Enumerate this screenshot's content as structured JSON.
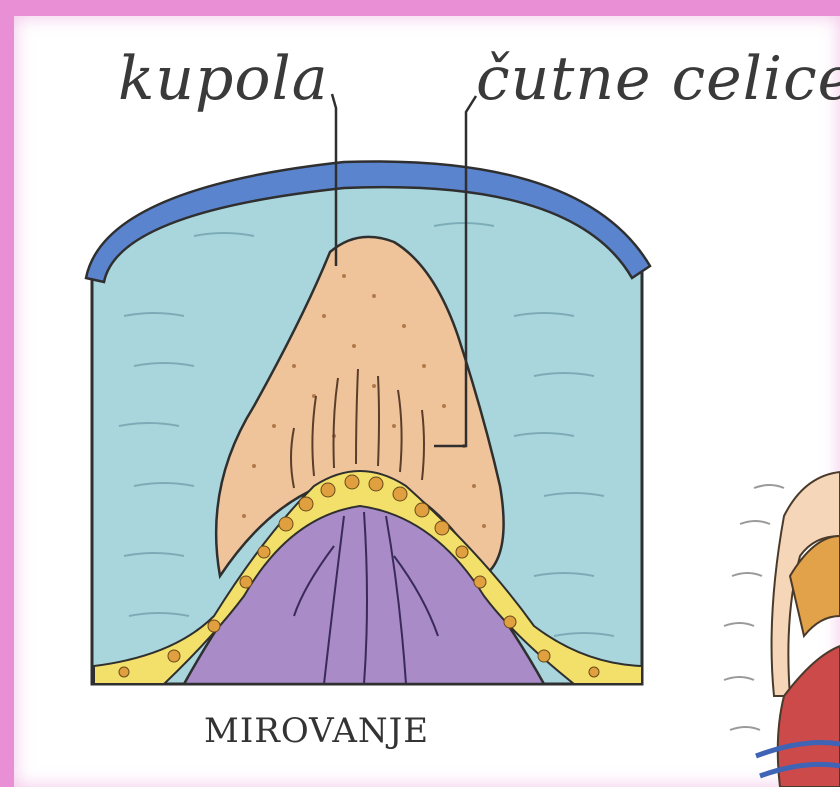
{
  "labels": {
    "kupola": "kupola",
    "cutne_celice": "čutne celice",
    "caption": "MIROVANJE"
  },
  "colors": {
    "background_frame": "#e88fd6",
    "fluid": "#a9d6dc",
    "membrane": "#5b84cf",
    "cupula": "#f0c49a",
    "hair_cells": "#f3e06a",
    "supporting_tissue": "#a98bc7",
    "outline": "#2f2f2f"
  },
  "icons": {
    "illustration": "person-spinning-illustration"
  }
}
